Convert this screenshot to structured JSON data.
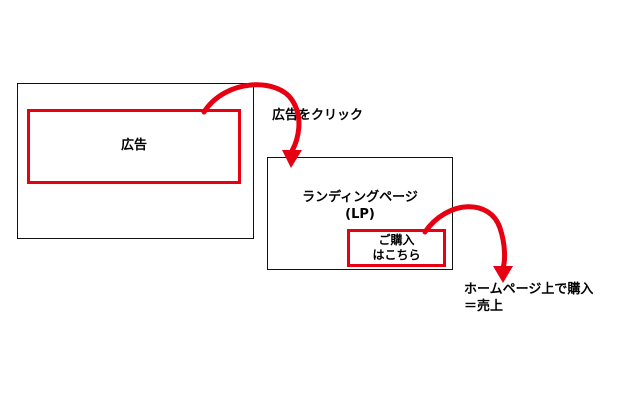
{
  "ad_page": {
    "ad_label": "広告"
  },
  "step1": {
    "label": "広告をクリック"
  },
  "landing_page": {
    "title": "ランディングページ",
    "subtitle": "(LP)",
    "cta_line1": "ご購入",
    "cta_line2": "はこちら"
  },
  "step2": {
    "line1": "ホームページ上で購入",
    "line2": "＝売上"
  },
  "colors": {
    "accent": "#e60012",
    "border": "#111111"
  }
}
